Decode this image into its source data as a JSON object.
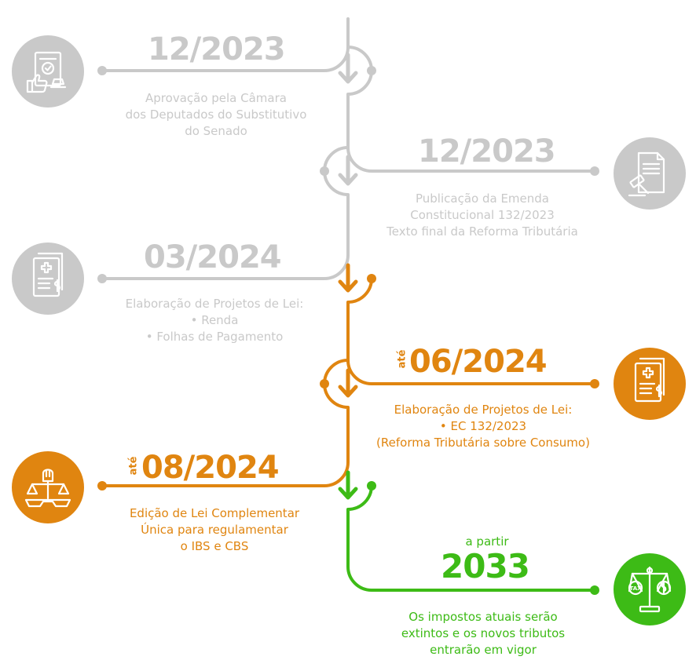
{
  "colors": {
    "gray": "#c9c9c9",
    "orange": "#e08510",
    "green": "#3dbb16"
  },
  "milestones": [
    {
      "date": "12/2023",
      "prefix": "",
      "icon": "document-approval-thumbs-up-icon",
      "description": [
        "Aprovação pela Câmara",
        "dos Deputados do Substitutivo",
        "do Senado"
      ]
    },
    {
      "date": "12/2023",
      "prefix": "",
      "icon": "document-gavel-icon",
      "description": [
        "Publicação da Emenda",
        "Constitucional 132/2023",
        "Texto final da Reforma Tributária"
      ]
    },
    {
      "date": "03/2024",
      "prefix": "",
      "icon": "document-plus-dollar-icon",
      "description": [
        "Elaboração de Projetos de Lei:",
        "• Renda",
        "• Folhas de Pagamento"
      ]
    },
    {
      "date": "06/2024",
      "prefix": "até",
      "icon": "document-plus-dollar-icon",
      "description": [
        "Elaboração de Projetos de Lei:",
        "• EC 132/2023",
        "(Reforma Tributária sobre Consumo)"
      ]
    },
    {
      "date": "08/2024",
      "prefix": "até",
      "icon": "justice-scale-fist-icon",
      "description": [
        "Edição de Lei Complementar",
        "Única para regulamentar",
        "o IBS e CBS"
      ]
    },
    {
      "date": "2033",
      "prefix": "a partir",
      "icon": "tax-scale-icon",
      "description": [
        "Os impostos atuais serão",
        "extintos e os novos tributos",
        "entrarão em vigor"
      ]
    }
  ]
}
